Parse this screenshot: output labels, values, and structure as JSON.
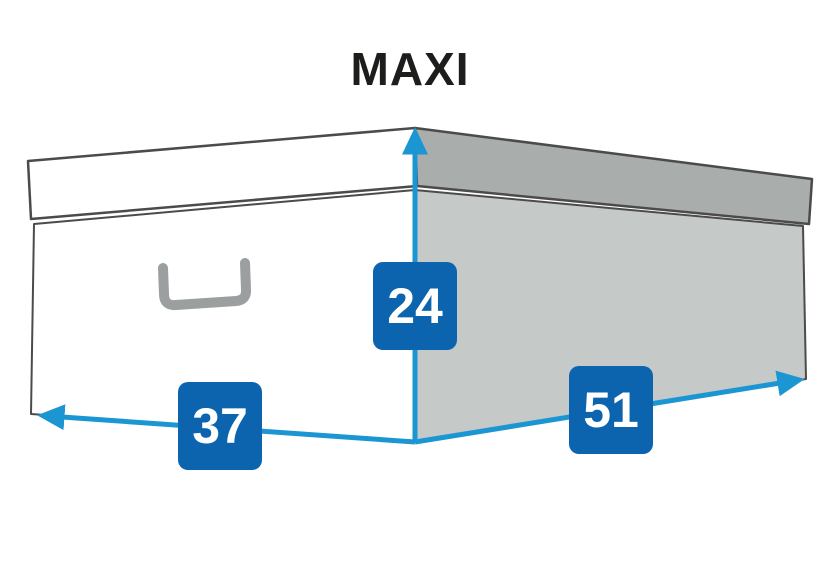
{
  "title": "MAXI",
  "dimensions": {
    "height": "24",
    "width": "37",
    "depth": "51"
  },
  "colors": {
    "arrow_blue": "#1b96d2",
    "label_blue": "#0b64ad",
    "box_outline": "#4b4b4a",
    "body_side_gray": "#c5c9c8",
    "lid_side_gray": "#a9adac",
    "handle_gray": "#9b9fa0",
    "title_color": "#1d1d1b",
    "background": "#ffffff"
  }
}
